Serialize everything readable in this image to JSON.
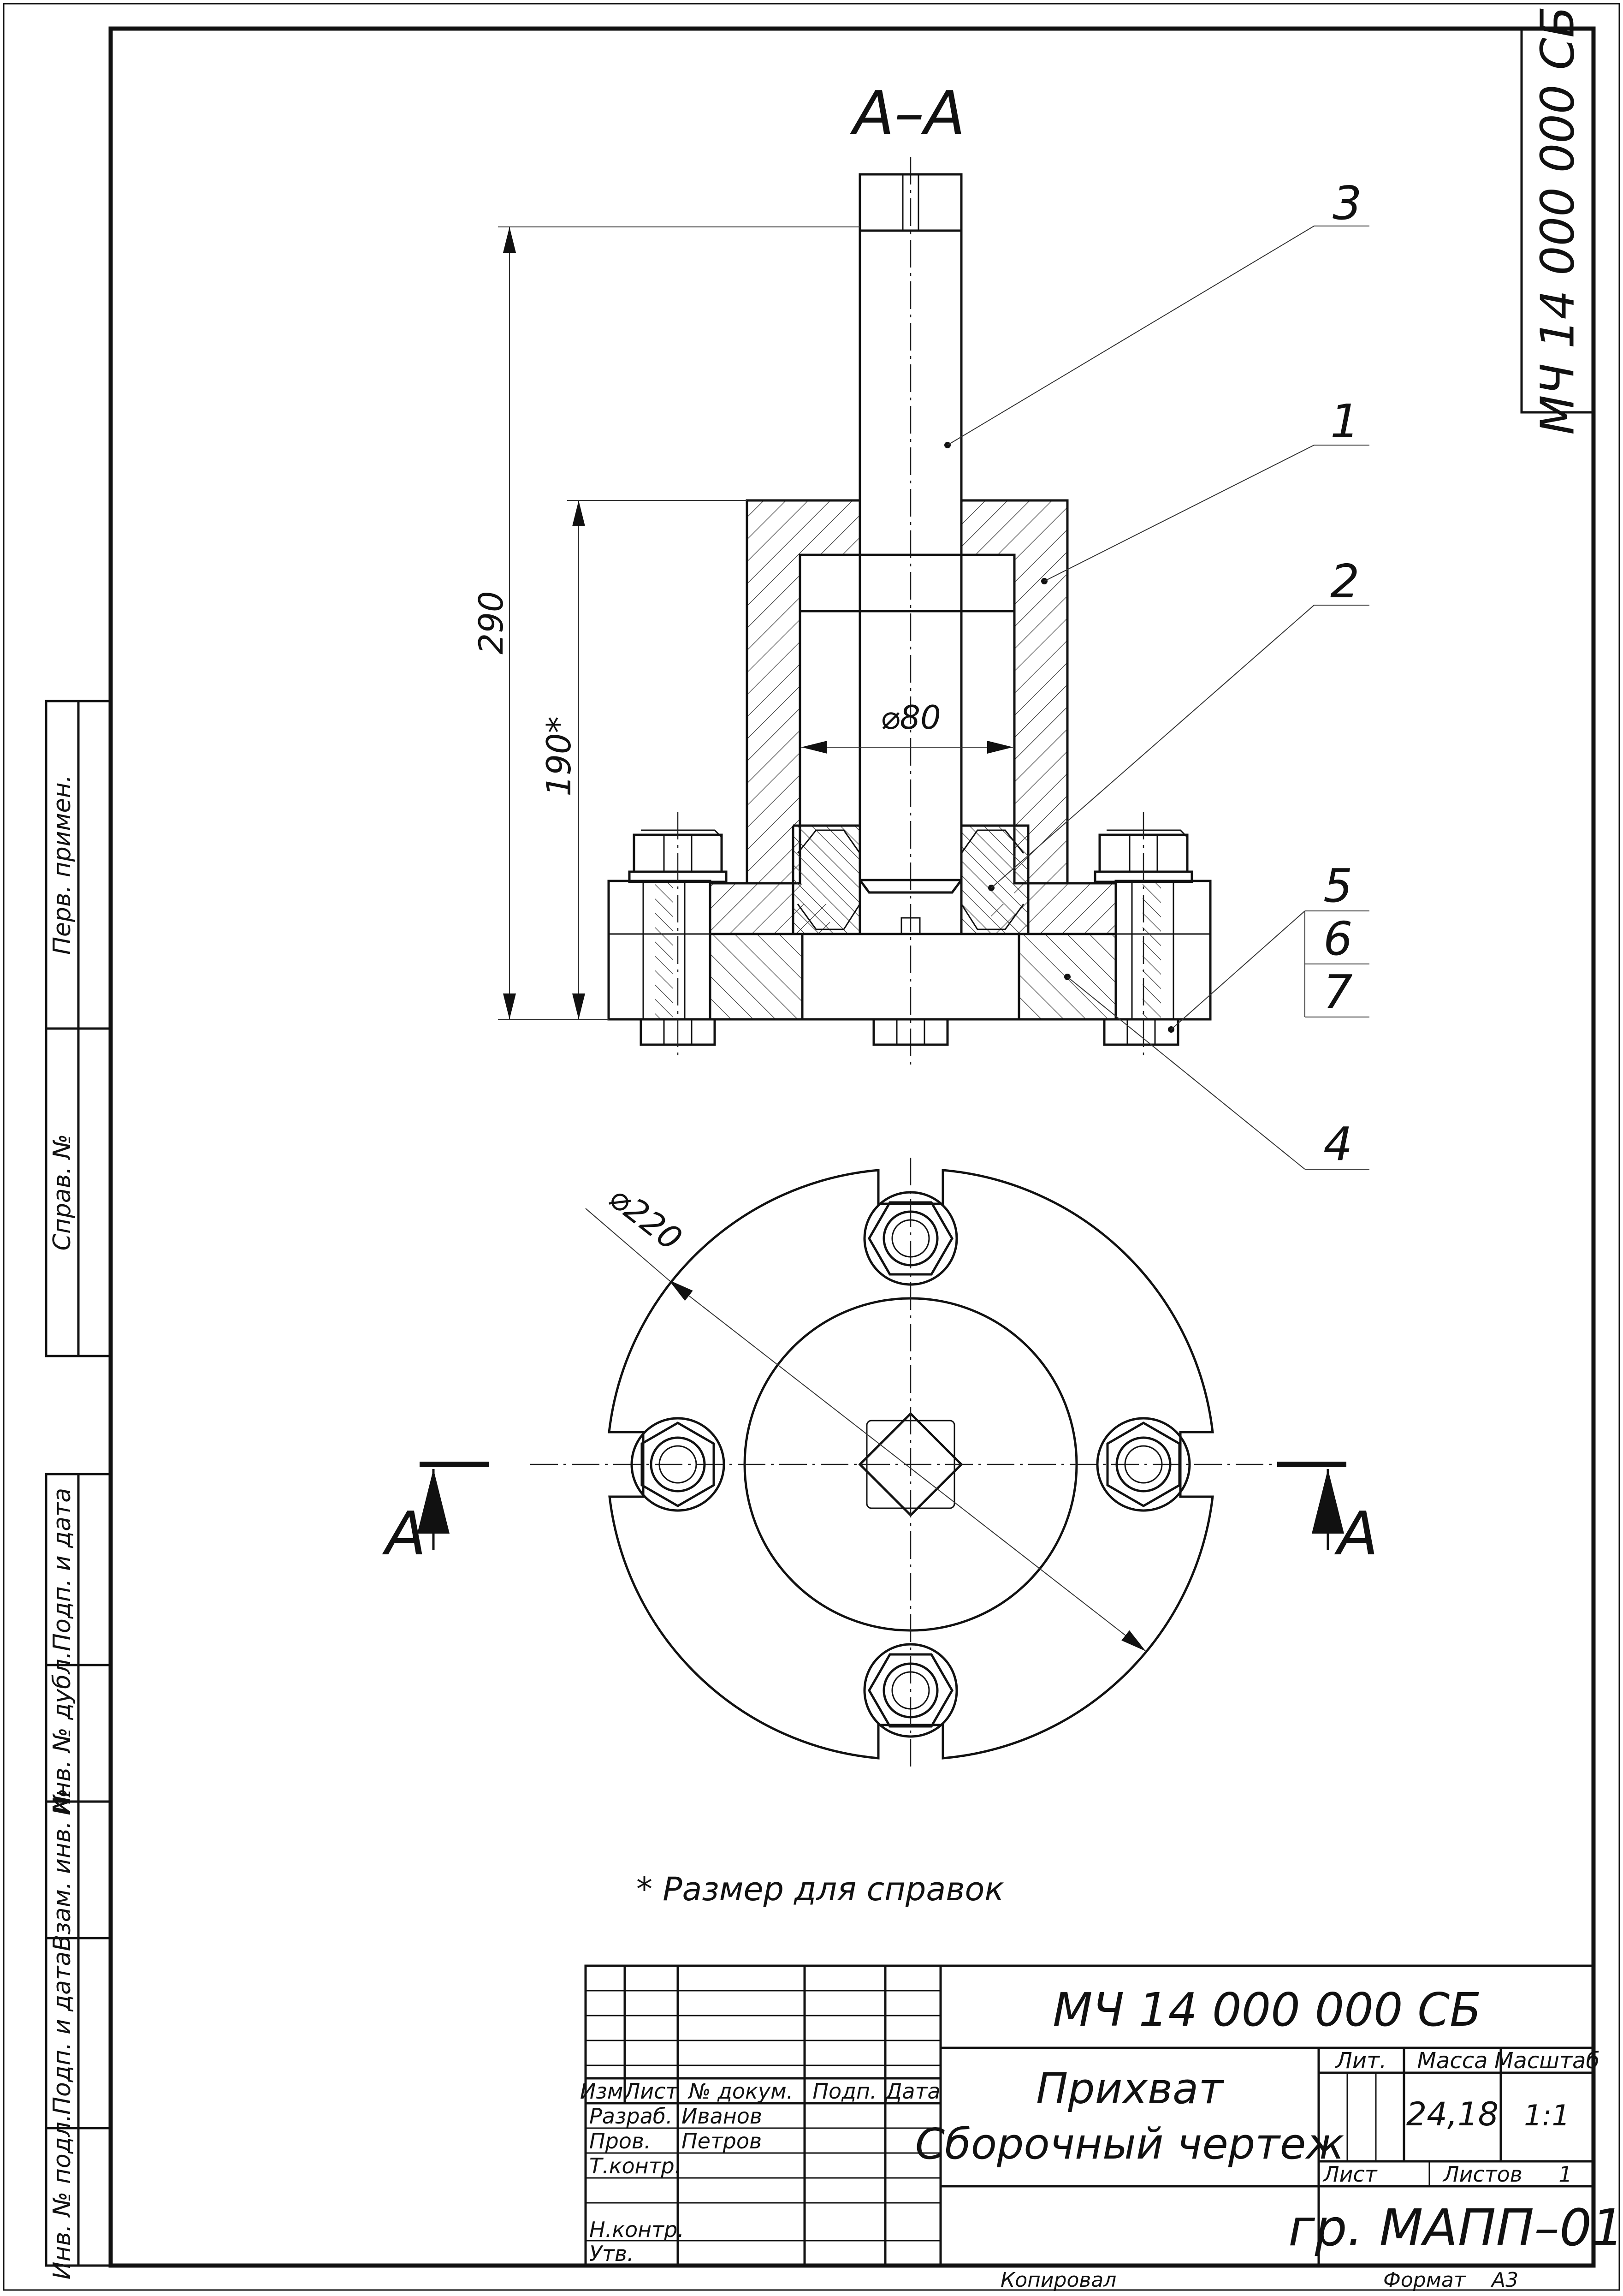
{
  "drawing": {
    "designation": "МЧ  14 000 000 СБ",
    "designation_rotated": "МЧ  14 000 000 СБ",
    "section_title": "А–А",
    "section_letter": "А",
    "positions": [
      "1",
      "2",
      "3",
      "4",
      "5",
      "6",
      "7"
    ],
    "dimensions": {
      "total_height": "290",
      "body_height": "190*",
      "bore_diameter": "⌀80",
      "outer_diameter": "⌀220"
    },
    "footnote": "* Размер для справок"
  },
  "side_stamp": {
    "perv_primen": "Перв. примен.",
    "sprav_no": "Справ. №",
    "podp_data_top": "Подп. и дата",
    "inv_dubl": "Инв. № дубл.",
    "vzam_inv": "Взам. инв. №",
    "podp_data_bottom": "Подп. и дата",
    "inv_podl": "Инв. № подл."
  },
  "title_block": {
    "designation": "МЧ  14 000 000 СБ",
    "name_line1": "Прихват",
    "name_line2": "Сборочный чертеж",
    "col_izm": "Изм.",
    "col_list": "Лист",
    "col_docum": "№ докум.",
    "col_podp": "Подп.",
    "col_data": "Дата",
    "razrab_label": "Разраб.",
    "razrab_name": "Иванов",
    "prov_label": "Пров.",
    "prov_name": "Петров",
    "tkontr_label": "Т.контр.",
    "nkontr_label": "Н.контр.",
    "utv_label": "Утв.",
    "lit_label": "Лит.",
    "massa_label": "Масса",
    "masshtab_label": "Масштаб",
    "massa_value": "24,18",
    "masshtab_value": "1:1",
    "list_label": "Лист",
    "listov_label": "Листов",
    "listov_value": "1",
    "organization": "гр. МАПП–01"
  },
  "footer": {
    "kopiroval": "Копировал",
    "format_label": "Формат",
    "format_value": "А3"
  }
}
